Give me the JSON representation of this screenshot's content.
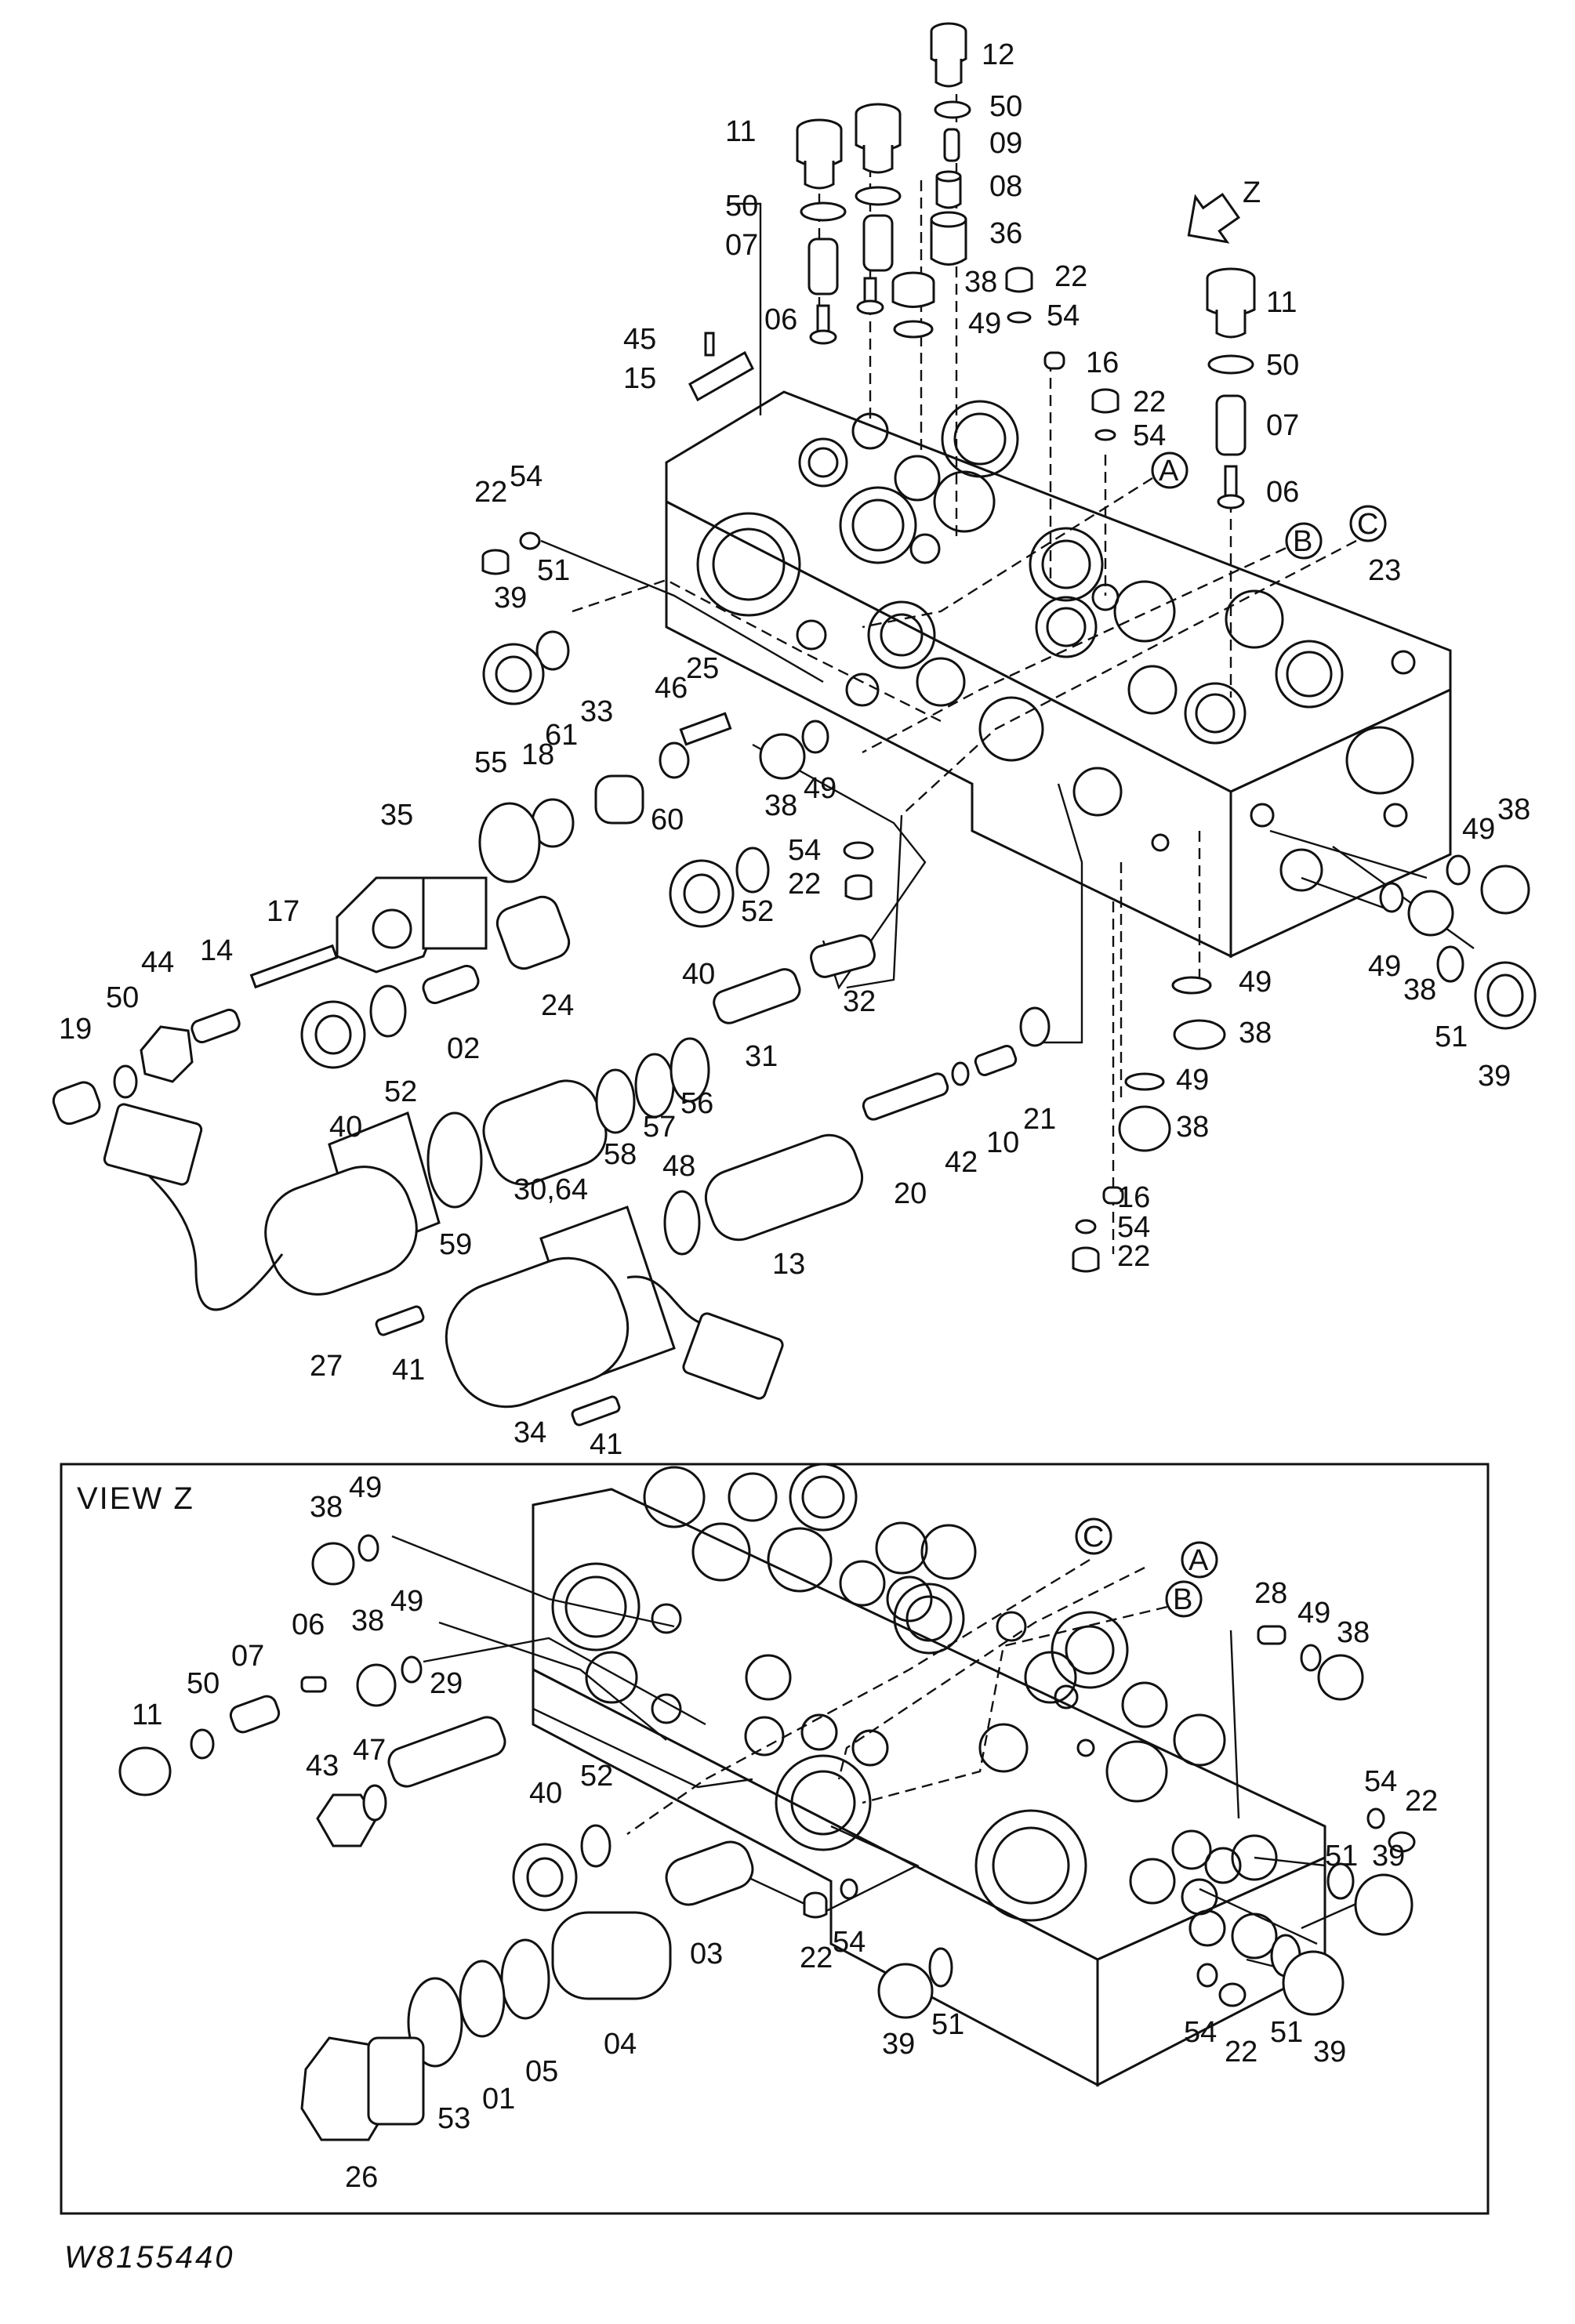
{
  "drawing_number": "W8155440",
  "view_z_title": "VIEW Z",
  "direction_label": "Z",
  "section_markers": [
    "A",
    "B",
    "C"
  ],
  "upper_callouts": {
    "p12": "12",
    "p50a": "50",
    "p09": "09",
    "p08": "08",
    "p36": "36",
    "p11a": "11",
    "p50b": "50",
    "p07a": "07",
    "p38a": "38",
    "p22a": "22",
    "p06a": "06",
    "p49a": "49",
    "p54a": "54",
    "p45": "45",
    "p15": "15",
    "p16a": "16",
    "p22b": "22",
    "p54b": "54",
    "p11b": "11",
    "p50c": "50",
    "p07b": "07",
    "p06b": "06",
    "p22c": "22",
    "p54c": "54",
    "p51a": "51",
    "p39a": "39",
    "p23": "23",
    "p46": "46",
    "p25": "25",
    "p33": "33",
    "p61": "61",
    "p18": "18",
    "p55": "55",
    "p60": "60",
    "p38b": "38",
    "p49b": "49",
    "p54d": "54",
    "p22d": "22",
    "p35": "35",
    "p17": "17",
    "p14": "14",
    "p44": "44",
    "p50d": "50",
    "p19": "19",
    "p02": "02",
    "p24": "24",
    "p40a": "40",
    "p52a": "52",
    "p32": "32",
    "p31": "31",
    "p49c": "49",
    "p38c": "38",
    "p49d": "49",
    "p38d": "38",
    "p51b": "51",
    "p39b": "39",
    "p49e": "49",
    "p38e": "38",
    "p49f": "49",
    "p38f": "38",
    "p40b": "40",
    "p52b": "52",
    "p58": "58",
    "p57": "57",
    "p56": "56",
    "p21": "21",
    "p10": "10",
    "p42": "42",
    "p20": "20",
    "p3064": "30,64",
    "p59": "59",
    "p48": "48",
    "p13": "13",
    "p16b": "16",
    "p54e": "54",
    "p22e": "22",
    "p27": "27",
    "p41a": "41",
    "p34": "34",
    "p41b": "41"
  },
  "viewz_callouts": {
    "z38a": "38",
    "z49a": "49",
    "z06": "06",
    "z38b": "38",
    "z49b": "49",
    "z11": "11",
    "z50": "50",
    "z07": "07",
    "z29": "29",
    "z43": "43",
    "z47": "47",
    "z40": "40",
    "z52": "52",
    "z28": "28",
    "z49c": "49",
    "z38c": "38",
    "z54a": "54",
    "z22a": "22",
    "z51a": "51",
    "z39a": "39",
    "z22b": "22",
    "z54b": "54",
    "z03": "03",
    "z04": "04",
    "z05": "05",
    "z01": "01",
    "z53": "53",
    "z26": "26",
    "z39b": "39",
    "z51b": "51",
    "z54c": "54",
    "z22c": "22",
    "z51c": "51",
    "z39c": "39"
  }
}
